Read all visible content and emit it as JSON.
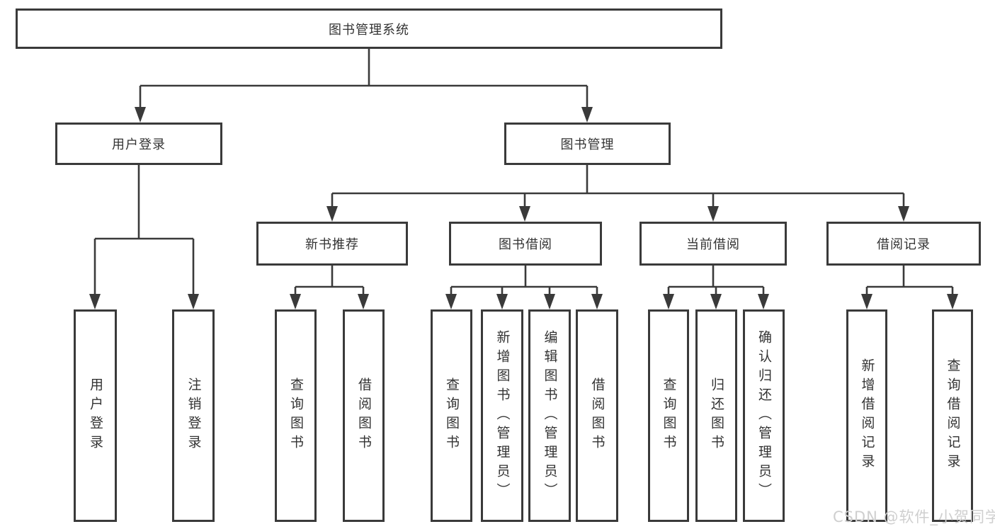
{
  "tree": {
    "label": "图书管理系统",
    "children": [
      {
        "label": "用户登录",
        "children": [
          {
            "label": "用户登录"
          },
          {
            "label": "注销登录"
          }
        ]
      },
      {
        "label": "图书管理",
        "children": [
          {
            "label": "新书推荐",
            "children": [
              {
                "label": "查询图书"
              },
              {
                "label": "借阅图书"
              }
            ]
          },
          {
            "label": "图书借阅",
            "children": [
              {
                "label": "查询图书"
              },
              {
                "label": "新增图书（管理员）"
              },
              {
                "label": "编辑图书（管理员）"
              },
              {
                "label": "借阅图书"
              }
            ]
          },
          {
            "label": "当前借阅",
            "children": [
              {
                "label": "查询图书"
              },
              {
                "label": "归还图书"
              },
              {
                "label": "确认归还（管理员）"
              }
            ]
          },
          {
            "label": "借阅记录",
            "children": [
              {
                "label": "新增借阅记录"
              },
              {
                "label": "查询借阅记录"
              }
            ]
          }
        ]
      }
    ]
  },
  "watermark": {
    "text": "CSDN @软件_小贺同学"
  },
  "colors": {
    "line": "#3a3a3a",
    "box_border": "#3a3a3a",
    "box_fill": "#ffffff",
    "text": "#333333",
    "watermark": "#cfcfcf"
  }
}
